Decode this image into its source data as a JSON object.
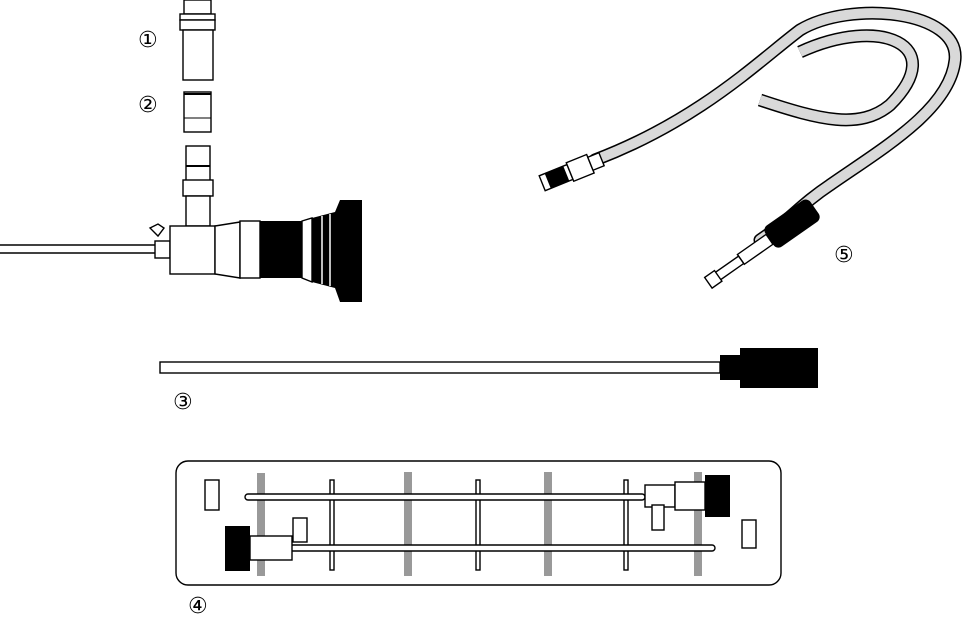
{
  "labels": {
    "item1": "①",
    "item2": "②",
    "item3": "③",
    "item4": "④",
    "item5": "⑤"
  },
  "colors": {
    "line": "#000000",
    "cable": "#d9d9d9",
    "tray_bar": "#999999"
  }
}
